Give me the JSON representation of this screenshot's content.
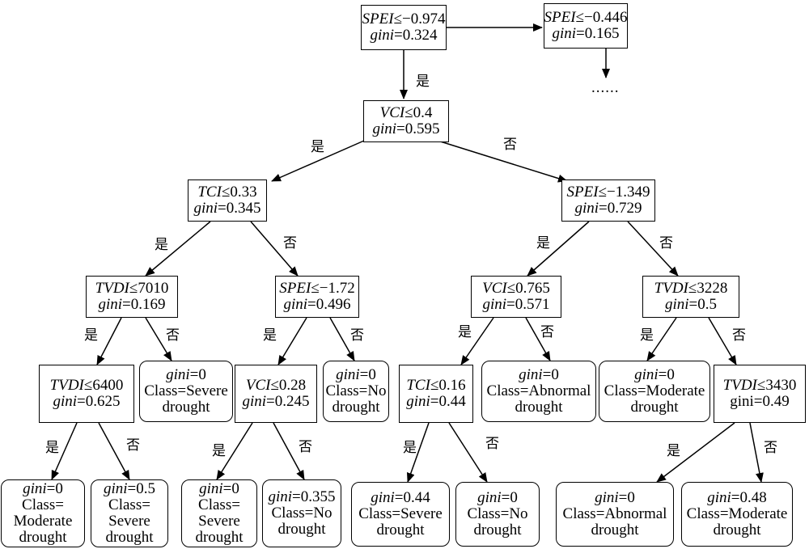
{
  "nodes": {
    "n_root": {
      "lines": [
        {
          "v": "SPEI",
          "op": "≤−0.974"
        },
        {
          "v": "gini",
          "op": "=0.324"
        }
      ]
    },
    "n_right_top": {
      "lines": [
        {
          "v": "SPEI",
          "op": "≤−0.446"
        },
        {
          "v": "gini",
          "op": "=0.165"
        }
      ]
    },
    "n_vci1": {
      "lines": [
        {
          "v": "VCI",
          "op": "≤0.4"
        },
        {
          "v": "gini",
          "op": "=0.595"
        }
      ]
    },
    "n_tci1": {
      "lines": [
        {
          "v": "TCI",
          "op": "≤0.33"
        },
        {
          "v": "gini",
          "op": "=0.345"
        }
      ]
    },
    "n_spei2": {
      "lines": [
        {
          "v": "SPEI",
          "op": "≤−1.349"
        },
        {
          "v": "gini",
          "op": "=0.729"
        }
      ]
    },
    "n_tvdi1": {
      "lines": [
        {
          "v": "TVDI",
          "op": "≤7010"
        },
        {
          "v": "gini",
          "op": "=0.169"
        }
      ]
    },
    "n_spei3": {
      "lines": [
        {
          "v": "SPEI",
          "op": "≤−1.72"
        },
        {
          "v": "gini",
          "op": "=0.496"
        }
      ]
    },
    "n_vci2": {
      "lines": [
        {
          "v": "VCI",
          "op": "≤0.765"
        },
        {
          "v": "gini",
          "op": "=0.571"
        }
      ]
    },
    "n_tvdi2": {
      "lines": [
        {
          "v": "TVDI",
          "op": "≤3228"
        },
        {
          "v": "gini",
          "op": "=0.5"
        }
      ]
    },
    "n_tvdi3": {
      "lines": [
        {
          "v": "TVDI",
          "op": "≤6400"
        },
        {
          "v": "gini",
          "op": "=0.625"
        }
      ]
    },
    "n_leaf_sev1": {
      "lines": [
        {
          "v": "gini",
          "op": "=0"
        },
        {
          "v": "",
          "op": "Class=Severe"
        },
        {
          "v": "",
          "op": "drought"
        }
      ]
    },
    "n_vci3": {
      "lines": [
        {
          "v": "VCI",
          "op": "≤0.28"
        },
        {
          "v": "gini",
          "op": "=0.245"
        }
      ]
    },
    "n_leaf_no1": {
      "lines": [
        {
          "v": "gini",
          "op": "=0"
        },
        {
          "v": "",
          "op": "Class=No"
        },
        {
          "v": "",
          "op": "drought"
        }
      ]
    },
    "n_tci2": {
      "lines": [
        {
          "v": "TCI",
          "op": "≤0.16"
        },
        {
          "v": "gini",
          "op": "=0.44"
        }
      ]
    },
    "n_leaf_abn1": {
      "lines": [
        {
          "v": "gini",
          "op": "=0"
        },
        {
          "v": "",
          "op": "Class=Abnormal"
        },
        {
          "v": "",
          "op": "drought"
        }
      ]
    },
    "n_leaf_mod1": {
      "lines": [
        {
          "v": "gini",
          "op": "=0"
        },
        {
          "v": "",
          "op": "Class=Moderate"
        },
        {
          "v": "",
          "op": "drought"
        }
      ]
    },
    "n_tvdi4": {
      "lines": [
        {
          "v": "TVDI",
          "op": "≤3430"
        },
        {
          "v": "",
          "op": "gini=0.49"
        }
      ]
    },
    "n_l1": {
      "lines": [
        {
          "v": "gini",
          "op": "=0"
        },
        {
          "v": "",
          "op": "Class="
        },
        {
          "v": "",
          "op": "Moderate"
        },
        {
          "v": "",
          "op": "drought"
        }
      ]
    },
    "n_l2": {
      "lines": [
        {
          "v": "gini",
          "op": "=0.5"
        },
        {
          "v": "",
          "op": "Class="
        },
        {
          "v": "",
          "op": "Severe"
        },
        {
          "v": "",
          "op": "drought"
        }
      ]
    },
    "n_l3": {
      "lines": [
        {
          "v": "gini",
          "op": "=0"
        },
        {
          "v": "",
          "op": "Class="
        },
        {
          "v": "",
          "op": "Severe"
        },
        {
          "v": "",
          "op": "drought"
        }
      ]
    },
    "n_l4": {
      "lines": [
        {
          "v": "gini",
          "op": "=0.355"
        },
        {
          "v": "",
          "op": "Class=No"
        },
        {
          "v": "",
          "op": "drought"
        }
      ]
    },
    "n_l5": {
      "lines": [
        {
          "v": "gini",
          "op": "=0.44"
        },
        {
          "v": "",
          "op": "Class=Severe"
        },
        {
          "v": "",
          "op": "drought"
        }
      ]
    },
    "n_l6": {
      "lines": [
        {
          "v": "gini",
          "op": "=0"
        },
        {
          "v": "",
          "op": "Class=No"
        },
        {
          "v": "",
          "op": "drought"
        }
      ]
    },
    "n_l7": {
      "lines": [
        {
          "v": "gini",
          "op": "=0"
        },
        {
          "v": "",
          "op": "Class=Abnormal"
        },
        {
          "v": "",
          "op": "drought"
        }
      ]
    },
    "n_l8": {
      "lines": [
        {
          "v": "gini",
          "op": "=0.48"
        },
        {
          "v": "",
          "op": "Class=Moderate"
        },
        {
          "v": "",
          "op": "drought"
        }
      ]
    }
  },
  "labels": {
    "yes": "是",
    "no": "否",
    "continuation": "......"
  }
}
